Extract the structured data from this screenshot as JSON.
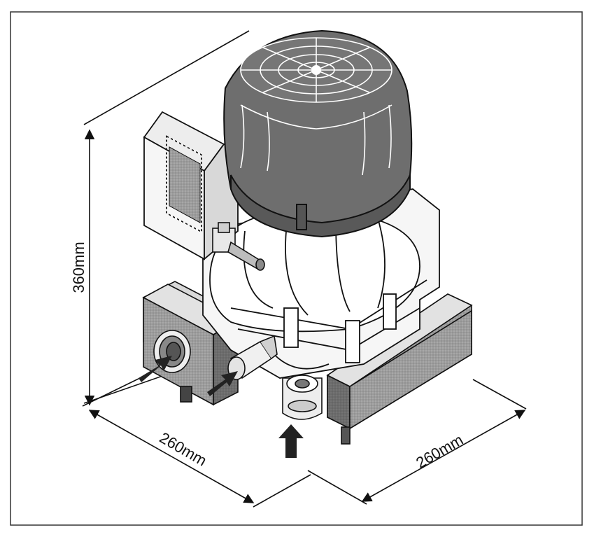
{
  "dimensions": {
    "height": "360mm",
    "depth": "260mm",
    "width": "260mm"
  },
  "colors": {
    "line": "#111111",
    "motor_dark": "#6e6e6e",
    "block_grey": "#a8a8a8",
    "body_light": "#f4f4f4",
    "frame": "#333333"
  },
  "icons": [
    "arrow-up-icon",
    "arrow-diagonal-icon"
  ]
}
